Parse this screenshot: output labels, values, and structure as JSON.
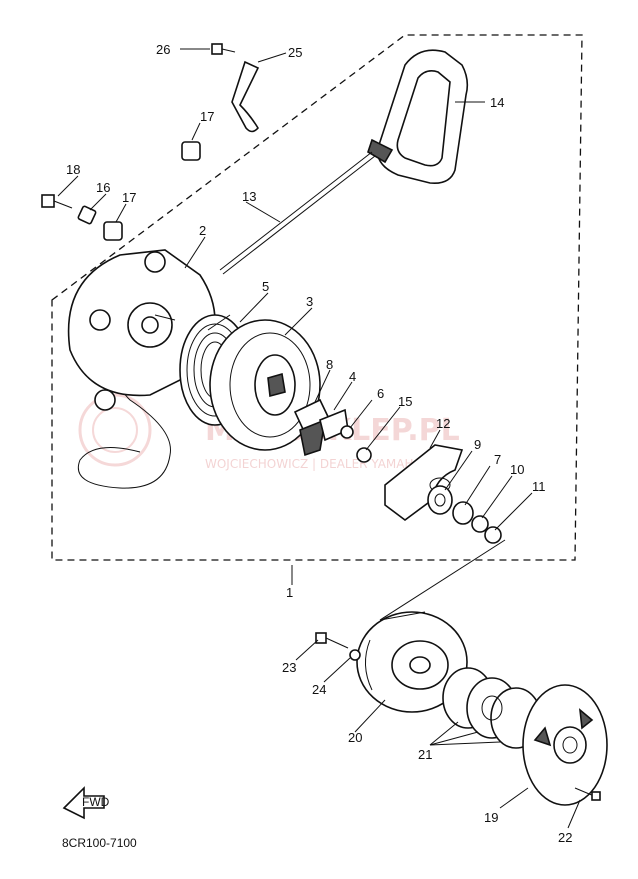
{
  "callouts": {
    "c1": "1",
    "c2": "2",
    "c3": "3",
    "c4": "4",
    "c5": "5",
    "c6": "6",
    "c7": "7",
    "c8": "8",
    "c9": "9",
    "c10": "10",
    "c11": "11",
    "c12": "12",
    "c13": "13",
    "c14": "14",
    "c15": "15",
    "c16": "16",
    "c17a": "17",
    "c17b": "17",
    "c18": "18",
    "c19": "19",
    "c20": "20",
    "c21": "21",
    "c22": "22",
    "c23": "23",
    "c24": "24",
    "c25": "25",
    "c26": "26"
  },
  "diagram_code": "8CR100-7100",
  "fwd_label": "FWD",
  "watermark": {
    "main": "MOTOSKLEP.PL",
    "sub": "WOJCIECHOWICZ | DEALER YAMAHA"
  }
}
